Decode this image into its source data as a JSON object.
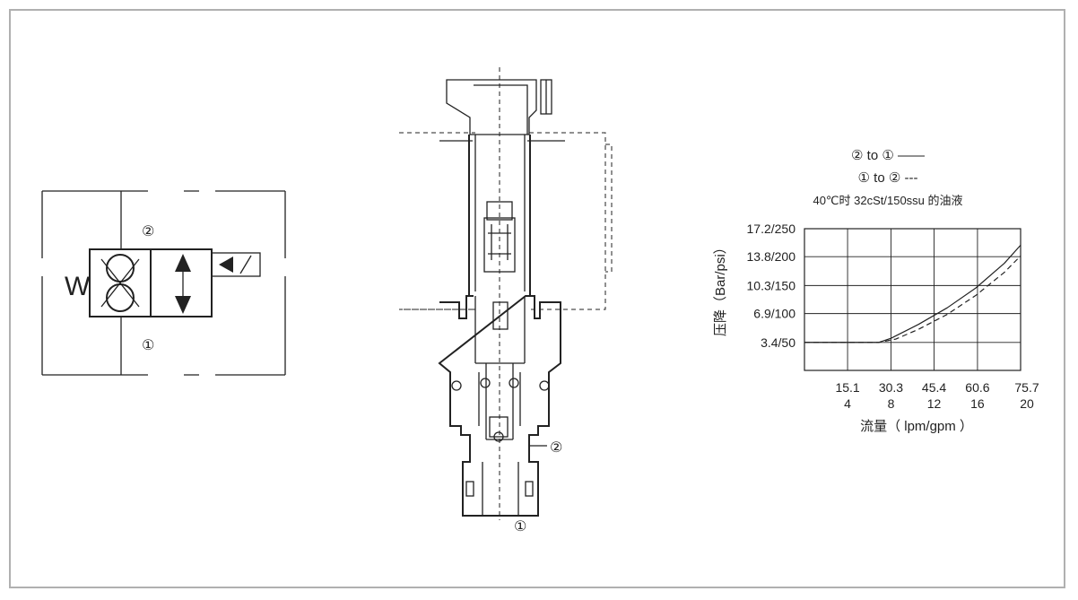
{
  "symbol": {
    "port_2": "②",
    "port_1": "①",
    "spring_glyph": "W"
  },
  "section": {
    "port_2": "②",
    "port_1": "①"
  },
  "chart_data": {
    "type": "line",
    "legend": [
      {
        "label": "② to ① ——",
        "style": "solid"
      },
      {
        "label": "① to ② ---",
        "style": "dashed"
      }
    ],
    "note": "40℃时 32cSt/150ssu 的油液",
    "ylabel": "压降（Bar/psi）",
    "xlabel": "流量（ lpm/gpm ）",
    "y_ticks": [
      "3.4/50",
      "6.9/100",
      "10.3/150",
      "13.8/200",
      "17.2/250"
    ],
    "y_tick_values": [
      3.4,
      6.9,
      10.3,
      13.8,
      17.2
    ],
    "x_ticks_top": [
      "15.1",
      "30.3",
      "45.4",
      "60.6",
      "75.7"
    ],
    "x_ticks_bottom": [
      "4",
      "8",
      "12",
      "16",
      "20"
    ],
    "x_tick_values": [
      15.1,
      30.3,
      45.4,
      60.6,
      75.7
    ],
    "xlim": [
      0,
      75.7
    ],
    "ylim": [
      0,
      17.2
    ],
    "grid": true,
    "series": [
      {
        "style": "solid",
        "points": [
          [
            0,
            3.4
          ],
          [
            26,
            3.4
          ],
          [
            30.3,
            3.9
          ],
          [
            40,
            5.6
          ],
          [
            50,
            7.6
          ],
          [
            60,
            10.0
          ],
          [
            70,
            13.0
          ],
          [
            75.7,
            15.2
          ]
        ]
      },
      {
        "style": "dashed",
        "points": [
          [
            0,
            3.4
          ],
          [
            26,
            3.4
          ],
          [
            32,
            3.8
          ],
          [
            40,
            5.0
          ],
          [
            50,
            6.8
          ],
          [
            60,
            9.1
          ],
          [
            70,
            11.9
          ],
          [
            75.7,
            13.9
          ]
        ]
      }
    ]
  }
}
